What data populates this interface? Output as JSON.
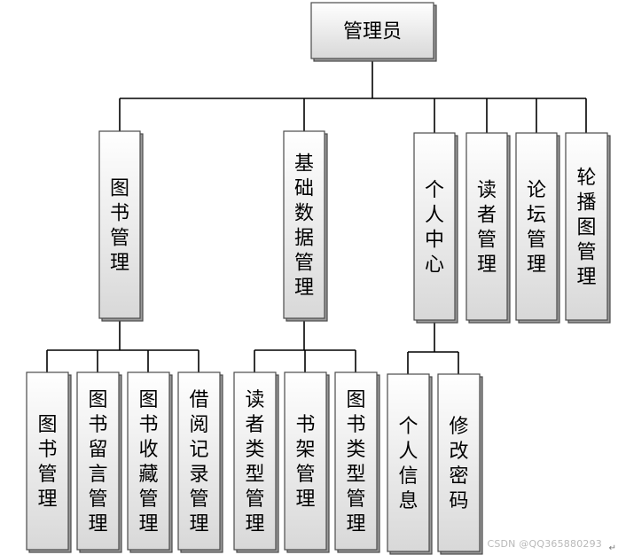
{
  "colors": {
    "box_fill_top": "#ffffff",
    "box_fill_bottom": "#d8d8d8",
    "box_border": "#4a4a4a",
    "line": "#000000",
    "watermark": "#b9b9b9"
  },
  "tree": {
    "label": "管理员",
    "children": [
      {
        "label": "图书管理",
        "children": [
          {
            "label": "图书管理"
          },
          {
            "label": "图书留言管理"
          },
          {
            "label": "图书收藏管理"
          },
          {
            "label": "借阅记录管理"
          }
        ]
      },
      {
        "label": "基础数据管理",
        "children": [
          {
            "label": "读者类型管理"
          },
          {
            "label": "书架管理"
          },
          {
            "label": "图书类型管理"
          }
        ]
      },
      {
        "label": "个人中心",
        "children": [
          {
            "label": "个人信息"
          },
          {
            "label": "修改密码"
          }
        ]
      },
      {
        "label": "读者管理"
      },
      {
        "label": "论坛管理"
      },
      {
        "label": "轮播图管理"
      }
    ]
  },
  "watermark": "CSDN @QQ365880293",
  "return_mark": "↵"
}
